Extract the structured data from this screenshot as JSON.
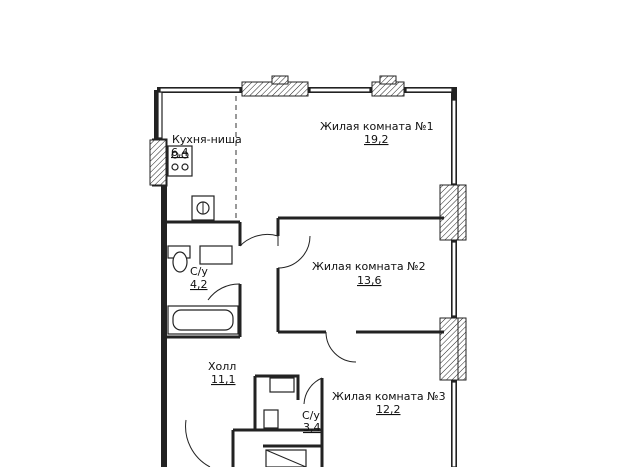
{
  "rooms": [
    {
      "id": "kitchen",
      "name": "Кухня-ниша",
      "area": "6,4"
    },
    {
      "id": "living1",
      "name": "Жилая комната №1",
      "area": "19,2"
    },
    {
      "id": "living2",
      "name": "Жилая комната №2",
      "area": "13,6"
    },
    {
      "id": "bath1",
      "name": "С/у",
      "area": "4,2"
    },
    {
      "id": "hall",
      "name": "Холл",
      "area": "11,1"
    },
    {
      "id": "bath2",
      "name": "С/у",
      "area": "3,4"
    },
    {
      "id": "living3",
      "name": "Жилая комната №3",
      "area": "12,2"
    }
  ]
}
